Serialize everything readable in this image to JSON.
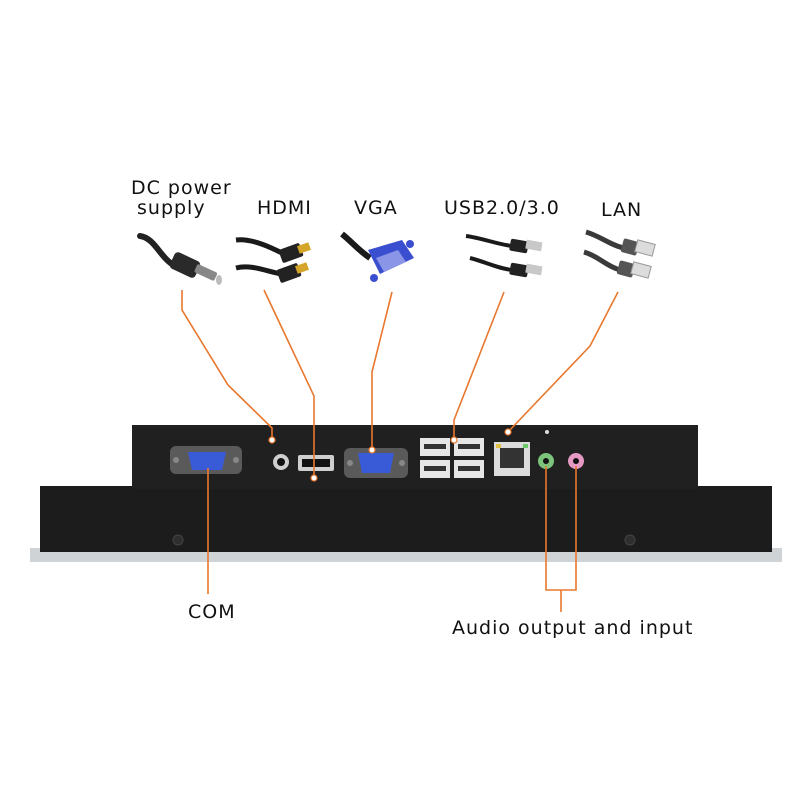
{
  "labels": {
    "dc_power_line1": "DC power",
    "dc_power_line2": "supply",
    "hdmi": "HDMI",
    "vga": "VGA",
    "usb": "USB2.0/3.0",
    "lan": "LAN",
    "com": "COM",
    "audio": "Audio output and input"
  },
  "icons": [
    "dc-power-cable-icon",
    "hdmi-cable-icon",
    "vga-cable-icon",
    "usb-cable-icon",
    "lan-cable-icon"
  ],
  "colors": {
    "leader_line": "#e8782e",
    "panel_body": "#1a1a1a",
    "audio_out_jack": "#7cc47c",
    "audio_in_jack": "#e59ac4",
    "vga_connector": "#3a4fd0"
  }
}
